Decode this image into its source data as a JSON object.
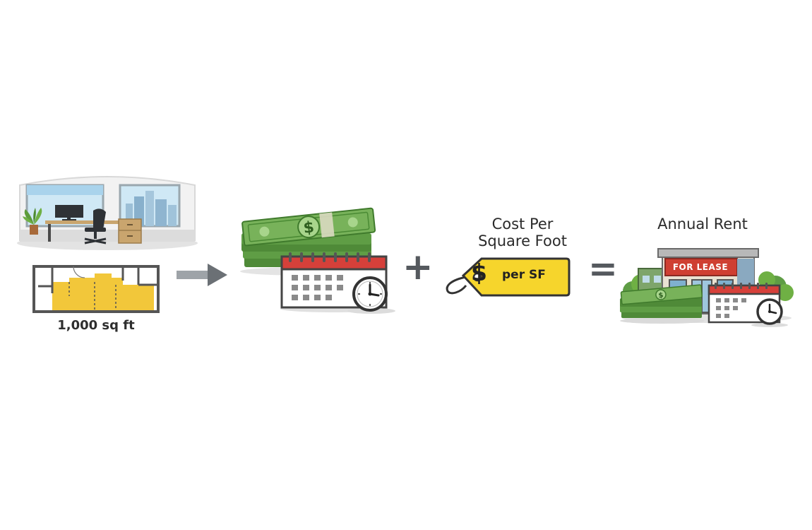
{
  "diagram": {
    "office_panel": {
      "area_label": "1,000 sq ft"
    },
    "operators": {
      "plus": "+",
      "equals": "="
    },
    "cost_panel": {
      "title_line1": "Cost Per",
      "title_line2": "Square Foot",
      "tag_symbol": "$",
      "tag_text": "per SF"
    },
    "result_panel": {
      "title": "Annual Rent",
      "sign_text": "FOR LEASE"
    },
    "icons": [
      "office-room-icon",
      "floor-plan-icon",
      "arrow-right-icon",
      "money-stack-icon",
      "calendar-icon",
      "clock-icon",
      "price-tag-icon",
      "building-icon"
    ],
    "colors": {
      "money_green": "#5f9d45",
      "floor_plan_yellow": "#f2c73a",
      "calendar_red": "#d6403a",
      "tag_yellow": "#f6d52c",
      "operator_gray": "#55595e",
      "sign_red": "#cf3f32"
    }
  }
}
